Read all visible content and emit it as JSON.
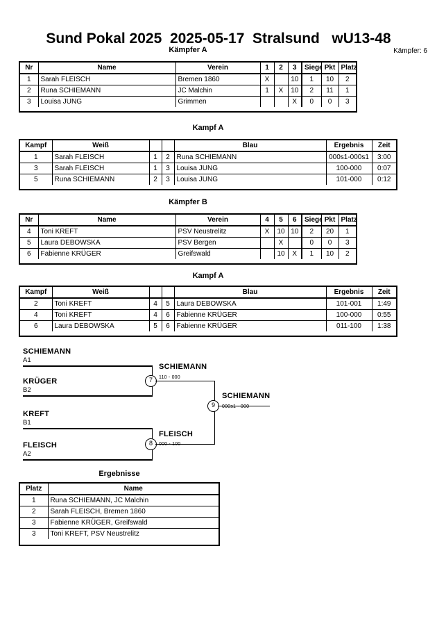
{
  "document": {
    "title": "Sund Pokal 2025  2025-05-17  Stralsund   wU13-48",
    "competitor_count_label": "Kämpfer: 6"
  },
  "pool_a": {
    "heading": "Kämpfer A",
    "columns": [
      "Nr",
      "Name",
      "Verein",
      "1",
      "2",
      "3",
      "Siege",
      "Pkt",
      "Platz"
    ],
    "rows": [
      {
        "nr": "1",
        "name": "Sarah FLEISCH",
        "verein": "Bremen 1860",
        "m1": "X",
        "m2": "",
        "m3": "10",
        "siege": "1",
        "pkt": "10",
        "platz": "2"
      },
      {
        "nr": "2",
        "name": "Runa SCHIEMANN",
        "verein": "JC Malchin",
        "m1": "1",
        "m2": "X",
        "m3": "10",
        "siege": "2",
        "pkt": "11",
        "platz": "1"
      },
      {
        "nr": "3",
        "name": "Louisa JUNG",
        "verein": "Grimmen",
        "m1": "",
        "m2": "",
        "m3": "X",
        "siege": "0",
        "pkt": "0",
        "platz": "3"
      }
    ]
  },
  "kampf_a1": {
    "heading": "Kampf A",
    "columns": [
      "Kampf",
      "Weiß",
      "",
      "",
      "Blau",
      "Ergebnis",
      "Zeit"
    ],
    "rows": [
      {
        "kampf": "1",
        "weiss": "Sarah FLEISCH",
        "weiss_bold": false,
        "wnr": "1",
        "bnr": "2",
        "blau": "Runa SCHIEMANN",
        "blau_bold": true,
        "ergebnis": "000s1-000s1",
        "zeit": "3:00"
      },
      {
        "kampf": "3",
        "weiss": "Sarah FLEISCH",
        "weiss_bold": true,
        "wnr": "1",
        "bnr": "3",
        "blau": "Louisa JUNG",
        "blau_bold": false,
        "ergebnis": "100-000",
        "zeit": "0:07"
      },
      {
        "kampf": "5",
        "weiss": "Runa SCHIEMANN",
        "weiss_bold": true,
        "wnr": "2",
        "bnr": "3",
        "blau": "Louisa JUNG",
        "blau_bold": false,
        "ergebnis": "101-000",
        "zeit": "0:12"
      }
    ]
  },
  "pool_b": {
    "heading": "Kämpfer B",
    "columns": [
      "Nr",
      "Name",
      "Verein",
      "4",
      "5",
      "6",
      "Siege",
      "Pkt",
      "Platz"
    ],
    "rows": [
      {
        "nr": "4",
        "name": "Toni KREFT",
        "verein": "PSV Neustrelitz",
        "m1": "X",
        "m2": "10",
        "m3": "10",
        "siege": "2",
        "pkt": "20",
        "platz": "1"
      },
      {
        "nr": "5",
        "name": "Laura DEBOWSKA",
        "verein": "PSV Bergen",
        "m1": "",
        "m2": "X",
        "m3": "",
        "siege": "0",
        "pkt": "0",
        "platz": "3"
      },
      {
        "nr": "6",
        "name": "Fabienne KRÜGER",
        "verein": "Greifswald",
        "m1": "",
        "m2": "10",
        "m3": "X",
        "siege": "1",
        "pkt": "10",
        "platz": "2"
      }
    ]
  },
  "kampf_a2": {
    "heading": "Kampf A",
    "columns": [
      "Kampf",
      "Weiß",
      "",
      "",
      "Blau",
      "Ergebnis",
      "Zeit"
    ],
    "rows": [
      {
        "kampf": "2",
        "weiss": "Toni KREFT",
        "weiss_bold": true,
        "wnr": "4",
        "bnr": "5",
        "blau": "Laura DEBOWSKA",
        "blau_bold": false,
        "ergebnis": "101-001",
        "zeit": "1:49"
      },
      {
        "kampf": "4",
        "weiss": "Toni KREFT",
        "weiss_bold": true,
        "wnr": "4",
        "bnr": "6",
        "blau": "Fabienne KRÜGER",
        "blau_bold": false,
        "ergebnis": "100-000",
        "zeit": "0:55"
      },
      {
        "kampf": "6",
        "weiss": "Laura DEBOWSKA",
        "weiss_bold": false,
        "wnr": "5",
        "bnr": "6",
        "blau": "Fabienne KRÜGER",
        "blau_bold": true,
        "ergebnis": "011-100",
        "zeit": "1:38"
      }
    ]
  },
  "bracket": {
    "entrants": [
      {
        "name": "SCHIEMANN",
        "seed": "A1"
      },
      {
        "name": "KRÜGER",
        "seed": "B2"
      },
      {
        "name": "KREFT",
        "seed": "B1"
      },
      {
        "name": "FLEISCH",
        "seed": "A2"
      }
    ],
    "matches": [
      {
        "number": "7",
        "winner": "SCHIEMANN",
        "score": "110 - 000"
      },
      {
        "number": "8",
        "winner": "FLEISCH",
        "score": "000 - 100"
      },
      {
        "number": "9",
        "winner": "SCHIEMANN",
        "score": "000s1 - 000"
      }
    ]
  },
  "results": {
    "heading": "Ergebnisse",
    "columns": [
      "Platz",
      "Name"
    ],
    "rows": [
      {
        "platz": "1",
        "name": "Runa SCHIEMANN, JC Malchin"
      },
      {
        "platz": "2",
        "name": "Sarah FLEISCH, Bremen 1860"
      },
      {
        "platz": "3",
        "name": "Fabienne KRÜGER, Greifswald"
      },
      {
        "platz": "3",
        "name": "Toni KREFT, PSV Neustrelitz"
      }
    ]
  }
}
